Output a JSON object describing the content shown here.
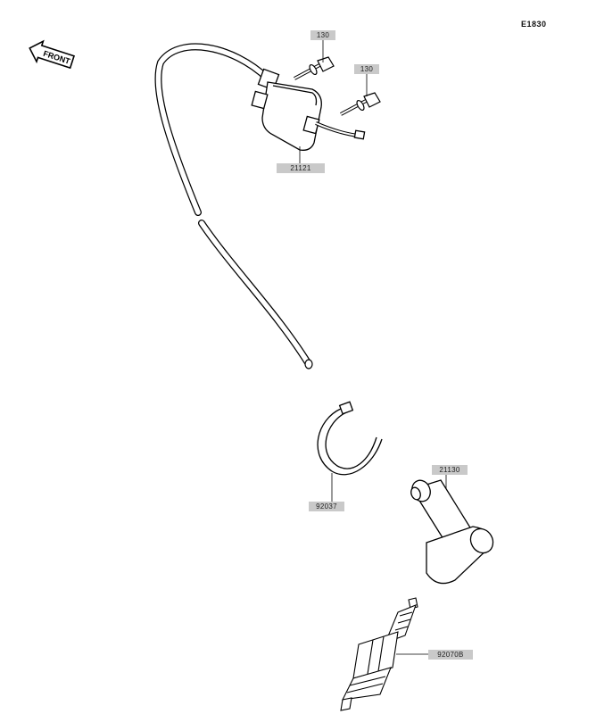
{
  "diagram_code": "E1830",
  "front_label": "FRONT",
  "callouts": [
    {
      "id": "bolt-1",
      "text": "130"
    },
    {
      "id": "bolt-2",
      "text": "130"
    },
    {
      "id": "ignition-coil",
      "text": "21121"
    },
    {
      "id": "band",
      "text": "92037"
    },
    {
      "id": "cap",
      "text": "21130"
    },
    {
      "id": "spark-plug",
      "text": "92070B"
    }
  ]
}
